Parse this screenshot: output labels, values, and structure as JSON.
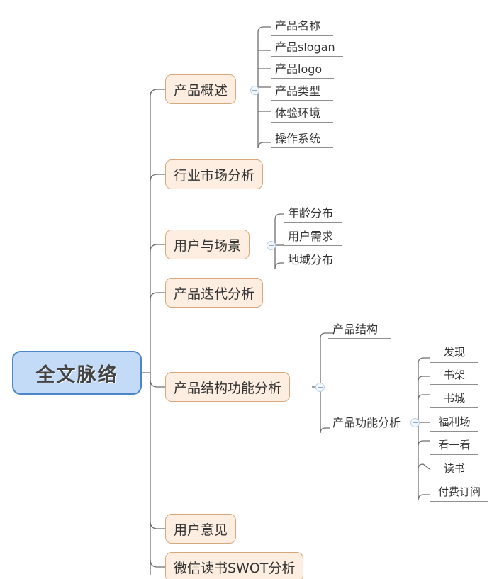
{
  "diagram": {
    "type": "mind-map",
    "title": "全文脉络",
    "colors": {
      "root_fill": "#c3dbf7",
      "root_border": "#4a86c8",
      "branch_fill": "#fdeee1",
      "branch_border": "#d8a87a",
      "leaf_underline": "#8f8f8f",
      "connector": "#6e6e6e",
      "toggle_border": "#b9cfe8",
      "toggle_fill": "#f2f7fd",
      "background": "#ffffff"
    },
    "root": {
      "label": "全文脉络"
    },
    "branches": [
      {
        "id": "b1",
        "label": "产品概述",
        "children": [
          "产品名称",
          "产品slogan",
          "产品logo",
          "产品类型",
          "体验环境",
          "操作系统"
        ]
      },
      {
        "id": "b2",
        "label": "行业市场分析",
        "children": []
      },
      {
        "id": "b3",
        "label": "用户与场景",
        "children": [
          "年龄分布",
          "用户需求",
          "地域分布"
        ]
      },
      {
        "id": "b4",
        "label": "产品迭代分析",
        "children": []
      },
      {
        "id": "b5",
        "label": "产品结构功能分析",
        "children": [
          "产品结构",
          "产品功能分析"
        ],
        "grandchildren": [
          "发现",
          "书架",
          "书城",
          "福利场",
          "看一看",
          "读书",
          "付费订阅"
        ]
      },
      {
        "id": "b6",
        "label": "用户意见",
        "children": []
      },
      {
        "id": "b7",
        "label": "微信读书SWOT分析",
        "children": []
      }
    ],
    "leaves": {
      "overview": {
        "l1": "产品名称",
        "l2": "产品slogan",
        "l3": "产品logo",
        "l4": "产品类型",
        "l5": "体验环境",
        "l6": "操作系统"
      },
      "users": {
        "l1": "年龄分布",
        "l2": "用户需求",
        "l3": "地域分布"
      },
      "structure": {
        "l1": "产品结构",
        "l2": "产品功能分析"
      },
      "functions": {
        "l1": "发现",
        "l2": "书架",
        "l3": "书城",
        "l4": "福利场",
        "l5": "看一看",
        "l6": "读书",
        "l7": "付费订阅"
      }
    },
    "branch_labels": {
      "b1": "产品概述",
      "b2": "行业市场分析",
      "b3": "用户与场景",
      "b4": "产品迭代分析",
      "b5": "产品结构功能分析",
      "b6": "用户意见",
      "b7": "微信读书SWOT分析"
    },
    "toggles": {
      "t1": "collapse-toggle-overview",
      "t2": "collapse-toggle-users",
      "t3": "collapse-toggle-structure",
      "t4": "collapse-toggle-functions"
    }
  }
}
